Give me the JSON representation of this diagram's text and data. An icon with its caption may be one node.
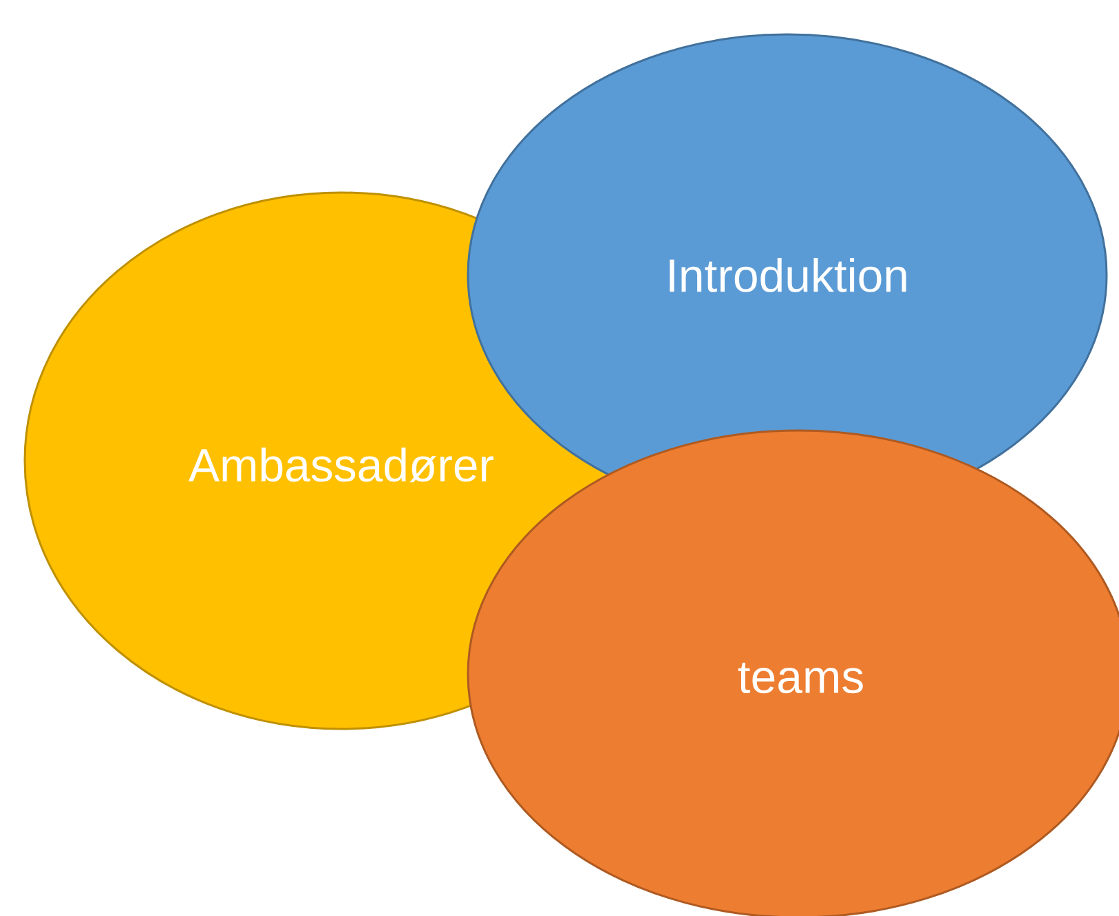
{
  "diagram": {
    "nodes": [
      {
        "text": [
          "Ambassadører"
        ]
      },
      {
        "text": [
          "Introduktion"
        ]
      },
      {
        "text": [
          "teams"
        ]
      }
    ]
  }
}
